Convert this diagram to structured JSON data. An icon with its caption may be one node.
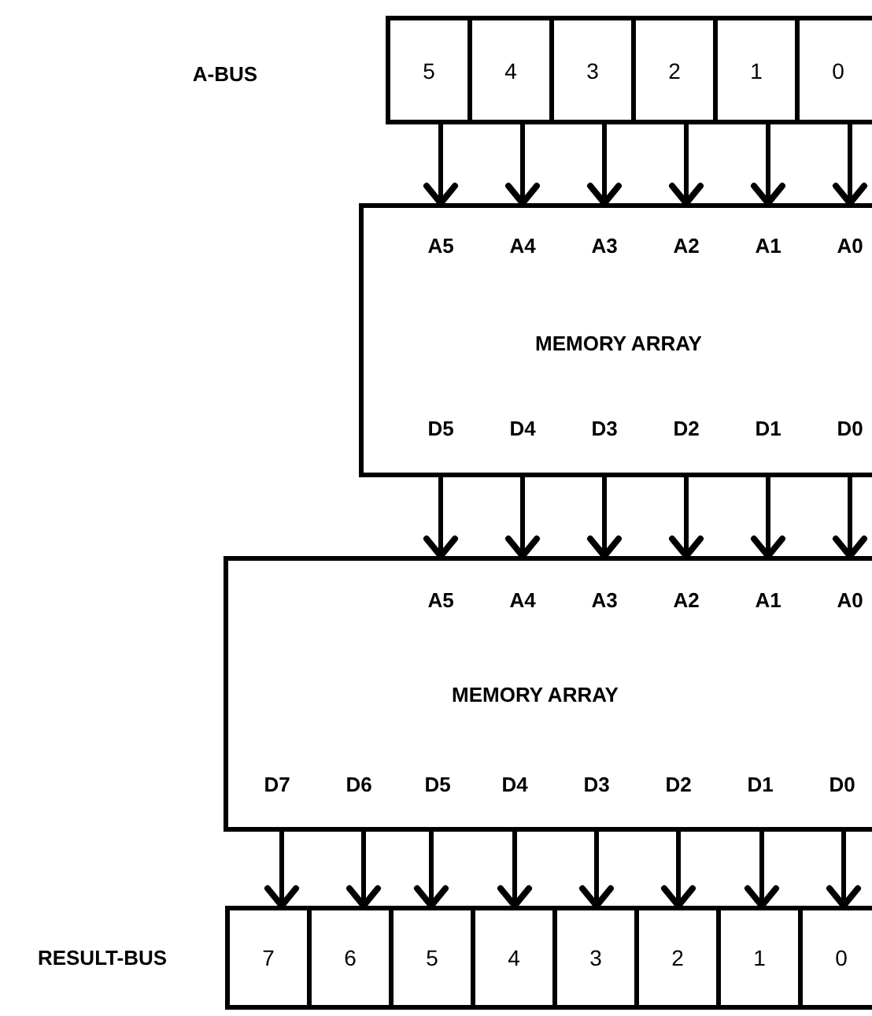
{
  "diagram": {
    "nodes": [
      {
        "text": [
          "5"
        ]
      },
      {
        "text": [
          "4"
        ]
      },
      {
        "text": [
          "3"
        ]
      },
      {
        "text": [
          "2"
        ]
      },
      {
        "text": [
          "1"
        ]
      },
      {
        "text": [
          "0"
        ]
      },
      {
        "text": [
          "A5",
          "A4",
          "A3",
          "A2",
          "A1",
          "A0",
          "MEMORY ARRAY",
          "D5",
          "D4",
          "D3",
          "D2",
          "D1",
          "D0"
        ]
      },
      {
        "text": [
          "A5",
          "A4",
          "A3",
          "A2",
          "A1",
          "A0",
          "MEMORY ARRAY",
          "D7",
          "D6",
          "D5",
          "D4",
          "D3",
          "D2",
          "D1",
          "D0"
        ]
      },
      {
        "text": [
          "7"
        ]
      },
      {
        "text": [
          "6"
        ]
      },
      {
        "text": [
          "5"
        ]
      },
      {
        "text": [
          "4"
        ]
      },
      {
        "text": [
          "3"
        ]
      },
      {
        "text": [
          "2"
        ]
      },
      {
        "text": [
          "1"
        ]
      },
      {
        "text": [
          "0"
        ]
      }
    ],
    "edges": [
      {
        "from": 0,
        "to": 6,
        "arrow": "to"
      },
      {
        "from": 1,
        "to": 6,
        "arrow": "to"
      },
      {
        "from": 2,
        "to": 6,
        "arrow": "to"
      },
      {
        "from": 3,
        "to": 6,
        "arrow": "to"
      },
      {
        "from": 4,
        "to": 6,
        "arrow": "to"
      },
      {
        "from": 5,
        "to": 6,
        "arrow": "to"
      },
      {
        "from": 6,
        "to": 7,
        "arrow": "to"
      },
      {
        "from": 6,
        "to": 7,
        "arrow": "to"
      },
      {
        "from": 6,
        "to": 7,
        "arrow": "to"
      },
      {
        "from": 6,
        "to": 7,
        "arrow": "to"
      },
      {
        "from": 6,
        "to": 7,
        "arrow": "to"
      },
      {
        "from": 6,
        "to": 7,
        "arrow": "to"
      },
      {
        "from": 7,
        "to": 8,
        "arrow": "to"
      },
      {
        "from": 7,
        "to": 9,
        "arrow": "to"
      },
      {
        "from": 7,
        "to": 10,
        "arrow": "to"
      },
      {
        "from": 7,
        "to": 11,
        "arrow": "to"
      },
      {
        "from": 7,
        "to": 12,
        "arrow": "to"
      },
      {
        "from": 7,
        "to": 13,
        "arrow": "to"
      },
      {
        "from": 7,
        "to": 14,
        "arrow": "to"
      },
      {
        "from": 7,
        "to": 15,
        "arrow": "to"
      }
    ],
    "labels": [
      "A-BUS",
      "RESULT-BUS"
    ]
  }
}
